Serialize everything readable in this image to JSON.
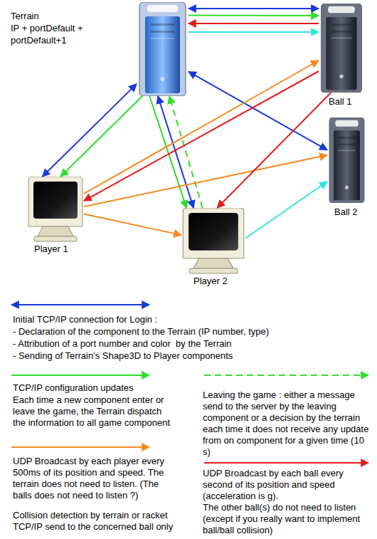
{
  "diagram": {
    "nodes": [
      {
        "text": [
          "Terrain",
          "IP + portDefault + portDefault+1"
        ]
      },
      {
        "text": [
          "Ball 1"
        ]
      },
      {
        "text": [
          "Ball 2"
        ]
      },
      {
        "text": [
          "Player 1"
        ]
      },
      {
        "text": [
          "Player 2"
        ]
      }
    ],
    "edges": [
      {
        "from": 0,
        "to": 1,
        "arrow": "both"
      },
      {
        "from": 0,
        "to": 1,
        "arrow": "to"
      },
      {
        "from": 1,
        "to": 0,
        "arrow": "to"
      },
      {
        "from": 0,
        "to": 1,
        "arrow": "to"
      },
      {
        "from": 0,
        "to": 2,
        "arrow": "both"
      },
      {
        "from": 0,
        "to": 3,
        "arrow": "both"
      },
      {
        "from": 0,
        "to": 3,
        "arrow": "to"
      },
      {
        "from": 0,
        "to": 4,
        "arrow": "to"
      },
      {
        "from": 0,
        "to": 4,
        "arrow": "both"
      },
      {
        "from": 4,
        "to": 0,
        "arrow": "to"
      },
      {
        "from": 3,
        "to": 1,
        "arrow": "to"
      },
      {
        "from": 3,
        "to": 2,
        "arrow": "to"
      },
      {
        "from": 3,
        "to": 4,
        "arrow": "to"
      },
      {
        "from": 1,
        "to": 3,
        "arrow": "to"
      },
      {
        "from": 1,
        "to": 4,
        "arrow": "to"
      },
      {
        "from": 4,
        "to": 2,
        "arrow": "to"
      }
    ],
    "labels": [
      "- Declaration of the component to the Terrain (IP number, type)",
      "- Attribution of a port number and color  by the Terrain",
      "- Sending of Terrain's Shape3D to Player components",
      "Each time a new component enter or leave the game, the Terrain dispatch the information to all game component",
      "The other ball(s) do not need to listen (except if you really want to implement ball/ball collision)"
    ],
    "legend": [
      {
        "text": "Initial TCP/IP connection for Login :"
      },
      {
        "text": "TCP/IP configuration updates"
      },
      {
        "text": "Leaving the game : either a message send to the server by the leaving component or a decision by the terrain each time it does not receive any update from on component for a given time (10 s)"
      },
      {
        "text": "UDP Broadcast by each player every 500ms of its position and speed. The terrain does not need to listen. (The balls does not need to listen ?)"
      },
      {
        "text": "UDP Broadcast by each ball every second of its position and speed (acceleration is g)."
      },
      {
        "text": "Collision detection by terrain or racket TCP/IP send to the concerned ball only"
      }
    ]
  }
}
